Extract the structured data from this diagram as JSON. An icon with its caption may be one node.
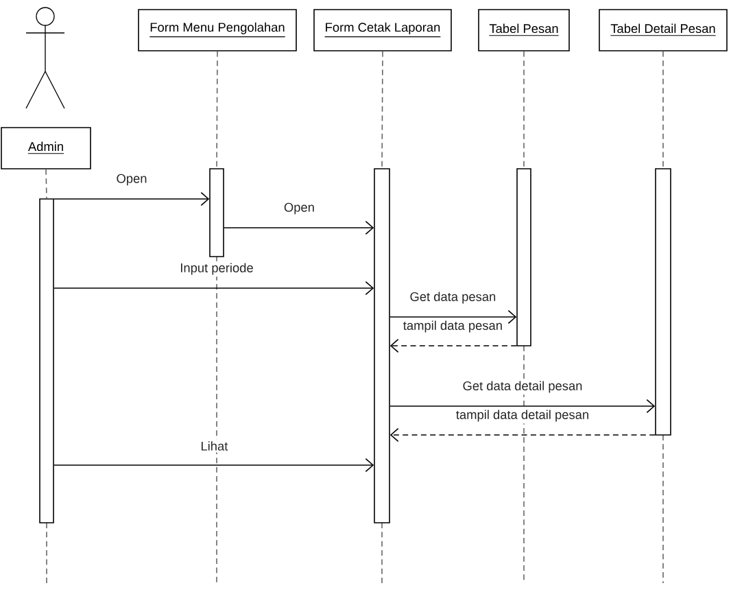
{
  "diagram": {
    "nodes": [
      {
        "text": [
          "Admin"
        ]
      },
      {
        "text": [
          "Form Menu Pengolahan"
        ]
      },
      {
        "text": [
          "Form Cetak Laporan"
        ]
      },
      {
        "text": [
          "Tabel Pesan"
        ]
      },
      {
        "text": [
          "Tabel Detail Pesan"
        ]
      },
      {
        "text": [],
        "shape": "bar"
      },
      {
        "text": [],
        "shape": "bar"
      },
      {
        "text": [],
        "shape": "bar"
      },
      {
        "text": [],
        "shape": "bar"
      },
      {
        "text": [],
        "shape": "bar"
      }
    ],
    "edges": [
      {
        "from": 5,
        "to": 6,
        "arrow": "to",
        "label": "Open"
      },
      {
        "from": 6,
        "to": 7,
        "arrow": "to",
        "label": "Open"
      },
      {
        "from": 5,
        "to": 7,
        "arrow": "to",
        "label": "Input periode"
      },
      {
        "from": 7,
        "to": 8,
        "arrow": "to",
        "label": "Get data pesan"
      },
      {
        "from": 8,
        "to": 7,
        "arrow": "to",
        "label": "tampil data pesan",
        "style": "dashed"
      },
      {
        "from": 7,
        "to": 9,
        "arrow": "to",
        "label": "Get data detail pesan"
      },
      {
        "from": 9,
        "to": 7,
        "arrow": "to",
        "label": "tampil data detail pesan",
        "style": "dashed"
      },
      {
        "from": 5,
        "to": 7,
        "arrow": "to",
        "label": "Lihat"
      },
      {
        "from": 0,
        "to": 5,
        "arrow": "none",
        "style": "dashed",
        "color": "#666666"
      },
      {
        "from": 1,
        "to": 6,
        "arrow": "none",
        "style": "dashed",
        "color": "#666666"
      },
      {
        "from": 2,
        "to": 7,
        "arrow": "none",
        "style": "dashed",
        "color": "#666666"
      },
      {
        "from": 3,
        "to": 8,
        "arrow": "none",
        "style": "dashed",
        "color": "#666666"
      },
      {
        "from": 4,
        "to": 9,
        "arrow": "none",
        "style": "dashed",
        "color": "#666666"
      }
    ]
  }
}
